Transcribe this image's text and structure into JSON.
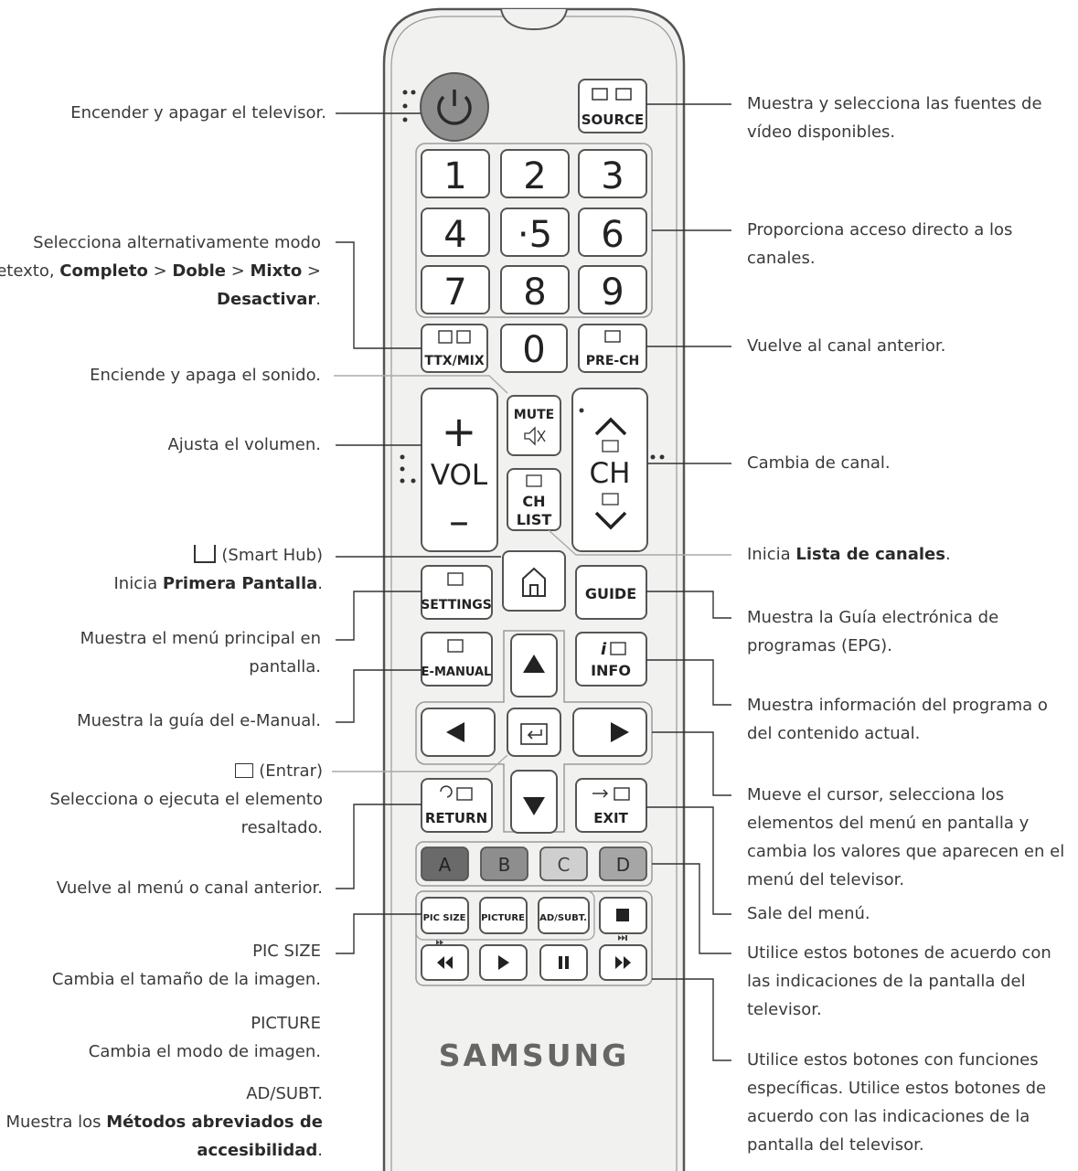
{
  "remote": {
    "brand": "SAMSUNG",
    "source_label": "SOURCE",
    "digits": [
      "1",
      "2",
      "3",
      "4",
      "·5",
      "6",
      "7",
      "8",
      "9"
    ],
    "zero": "0",
    "ttx_label": "TTX/MIX",
    "prech_label": "PRE-CH",
    "mute_label": "MUTE",
    "vol_plus": "+",
    "vol_label": "VOL",
    "vol_minus": "–",
    "ch_label": "CH",
    "chlist_line1": "CH",
    "chlist_line2": "LIST",
    "settings_label": "SETTINGS",
    "guide_label": "GUIDE",
    "emanual_label": "E-MANUAL",
    "info_label": "INFO",
    "return_label": "RETURN",
    "exit_label": "EXIT",
    "color_keys": [
      {
        "label": "A",
        "color": "#6a6a6a",
        "text": "#222222"
      },
      {
        "label": "B",
        "color": "#8e8e8e",
        "text": "#2a2a2a"
      },
      {
        "label": "C",
        "color": "#cfcfcf",
        "text": "#444444"
      },
      {
        "label": "D",
        "color": "#a6a6a6",
        "text": "#2e2e2e"
      }
    ],
    "picsize_label": "PIC SIZE",
    "picture_label": "PICTURE",
    "adsubt_label": "AD/SUBT.",
    "colors": {
      "body": "#f1f1ef",
      "outline": "#555555",
      "power": "#8e8e8e",
      "key": "#ffffff"
    }
  },
  "left_labels": {
    "power": "Encender y apagar el televisor.",
    "ttx_1": "Selecciona alternativamente modo",
    "ttx_2_a": "Teletexto, ",
    "ttx_2_b": "Completo",
    "ttx_2_c": " > ",
    "ttx_2_d": "Doble",
    "ttx_2_e": " > ",
    "ttx_2_f": "Mixto",
    "ttx_2_g": " >",
    "ttx_3": "Desactivar",
    "ttx_3_end": ".",
    "mute": "Enciende y apaga el sonido.",
    "vol": "Ajusta el volumen.",
    "smarthub_a": "(Smart Hub)",
    "smarthub_b_a": "Inicia ",
    "smarthub_b_b": "Primera Pantalla",
    "smarthub_b_c": ".",
    "settings_1": "Muestra el menú principal en",
    "settings_2": "pantalla.",
    "emanual": "Muestra la guía del e-Manual.",
    "enter_a": "(Entrar)",
    "enter_b": "Selecciona o ejecuta el elemento",
    "enter_c": "resaltado.",
    "return": "Vuelve al menú o canal anterior.",
    "picsize_a": "PIC SIZE",
    "picsize_b": "Cambia el tamaño de la imagen.",
    "picture_a": "PICTURE",
    "picture_b": "Cambia el modo de imagen.",
    "adsubt_a": "AD/SUBT.",
    "adsubt_b_a": "Muestra los ",
    "adsubt_b_b": "Métodos abreviados de",
    "adsubt_c_a": "accesibilidad",
    "adsubt_c_b": "."
  },
  "right_labels": {
    "source_1": "Muestra y selecciona las fuentes de",
    "source_2": "vídeo disponibles.",
    "digits_1": "Proporciona acceso directo a los",
    "digits_2": "canales.",
    "prech": "Vuelve al canal anterior.",
    "ch": "Cambia de canal.",
    "chlist_a": "Inicia ",
    "chlist_b": "Lista de canales",
    "chlist_c": ".",
    "guide_1": "Muestra la Guía electrónica de",
    "guide_2": "programas (EPG).",
    "info_1": "Muestra información del programa o",
    "info_2": "del contenido actual.",
    "nav_1": "Mueve el cursor, selecciona los",
    "nav_2": "elementos del menú en pantalla y",
    "nav_3": "cambia los valores que aparecen en el",
    "nav_4": "menú del televisor.",
    "exit": "Sale del menú.",
    "color_1": "Utilice estos botones de acuerdo con",
    "color_2": "las indicaciones de la pantalla del",
    "color_3": "televisor.",
    "media_1": "Utilice estos botones con funciones",
    "media_2": "específicas. Utilice estos botones de",
    "media_3": "acuerdo con las indicaciones de la",
    "media_4": "pantalla del televisor."
  }
}
